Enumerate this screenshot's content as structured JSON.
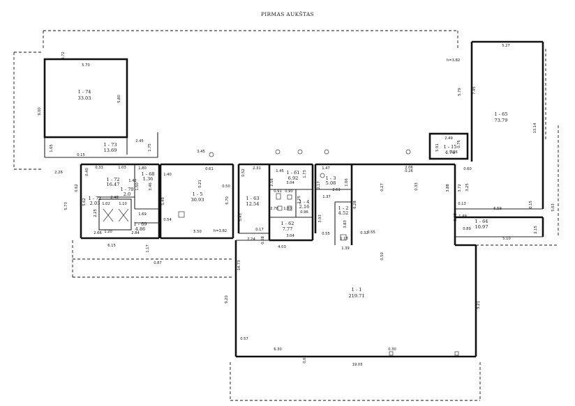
{
  "title": "PIRMAS AUKŠTAS",
  "rooms": [
    {
      "id": "1 - 74",
      "area": "33.03"
    },
    {
      "id": "1 - 73",
      "area": "13.69"
    },
    {
      "id": "1 - 72",
      "area": "16.47"
    },
    {
      "id": "1 - 68",
      "area": "1.36"
    },
    {
      "id": "1 - 70",
      "area": "2.0"
    },
    {
      "id": "1 - 71",
      "area": "2.03"
    },
    {
      "id": "1 - 69",
      "area": "4.86"
    },
    {
      "id": "1 - 5",
      "area": "30.93"
    },
    {
      "id": "1 - 63",
      "area": "12.54"
    },
    {
      "id": "1 - 61",
      "area": "6.92"
    },
    {
      "id": "1 - 4",
      "area": "2.16"
    },
    {
      "id": "1 - 62",
      "area": "7.77"
    },
    {
      "id": "1 - 3",
      "area": "5.08"
    },
    {
      "id": "1 - 2",
      "area": "4.52"
    },
    {
      "id": "1 - 1",
      "area": "219.71"
    },
    {
      "id": "1 - 15",
      "area": "4.76"
    },
    {
      "id": "1 - 65",
      "area": "73.79"
    },
    {
      "id": "1 - 64",
      "area": "10.97"
    }
  ],
  "dimensions": [
    "5.70",
    "0.72",
    "9.00",
    "5.80",
    "1.65",
    "0.15",
    "2.45",
    "1.75",
    "3.45",
    "0.40",
    "0.33",
    "1.03",
    "1.80",
    "1.42",
    "3.46",
    "1.50",
    "2.26",
    "0.62",
    "5.73",
    "5.62",
    "2.48",
    "1.02",
    "1.10",
    "1.69",
    "2.25",
    "1.20",
    "2.66",
    "2.84",
    "6.15",
    "1.17",
    "0.87",
    "1.40",
    "0.61",
    "0.21",
    "5.49",
    "0.54",
    "5.50",
    "0.50",
    "5.70",
    "5.43",
    "0.17",
    "2.24",
    "0.68",
    "2.31",
    "0.52",
    "1.45",
    "1.73",
    "2.58",
    "3.04",
    "0.91",
    "0.90",
    "2.25",
    "0.96",
    "2.76",
    "1.80",
    "3.04",
    "4.03",
    "1.47",
    "2.17",
    "1.66",
    "2.61",
    "1.37",
    "3.93",
    "3.83",
    "1.18",
    "1.39",
    "0.55",
    "0.32",
    "6.28",
    "0.27",
    "0.33",
    "0.26",
    "2.06",
    "0.55",
    "0.50",
    "14.73",
    "9.20",
    "0.57",
    "6.30",
    "0.30",
    "0.62",
    "19.03",
    "9.21",
    "2.49",
    "5.91",
    "0.76",
    "0.26",
    "5.27",
    "7.45",
    "5.79",
    "13.14",
    "0.60",
    "3.88",
    "3.72",
    "3.25",
    "0.13",
    "6.59",
    "0.15",
    "1.49",
    "0.05",
    "0.89",
    "5.10",
    "2.15",
    "5.03"
  ],
  "height_notes": [
    "h=3.82",
    "h=3.82"
  ]
}
